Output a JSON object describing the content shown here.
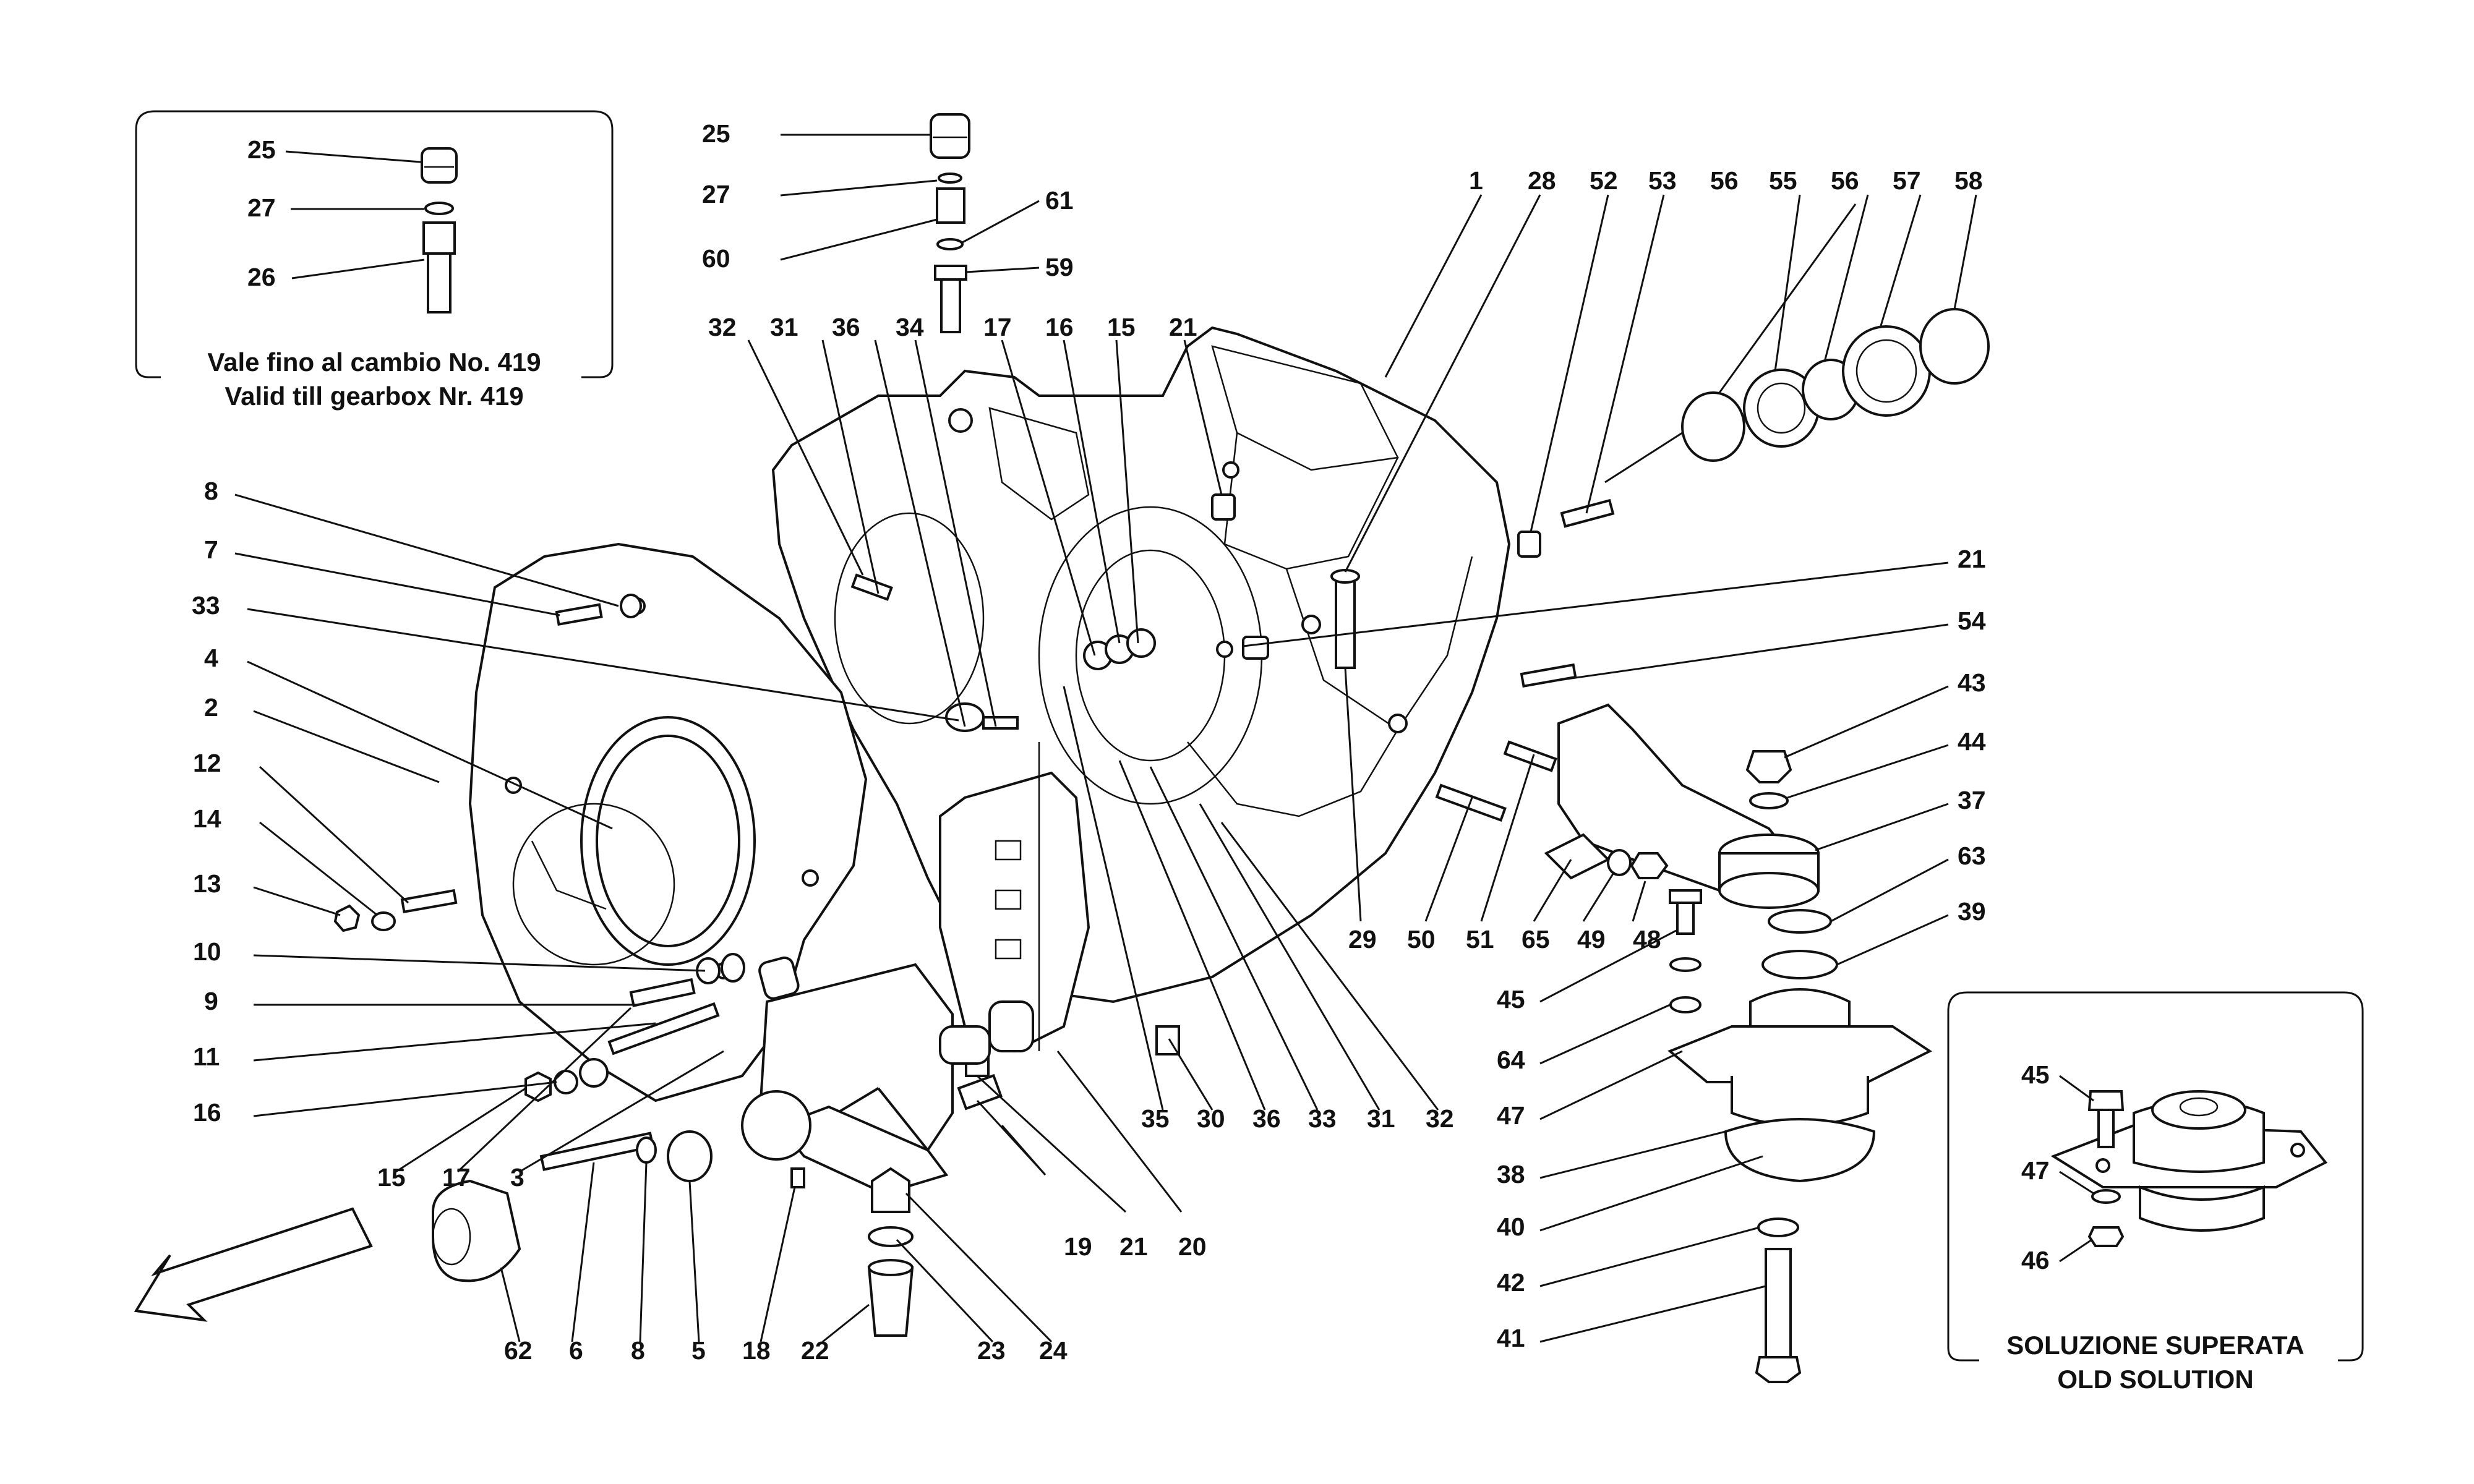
{
  "callouts": [
    {
      "id": "inset1-25",
      "text": "25"
    },
    {
      "id": "inset1-27",
      "text": "27"
    },
    {
      "id": "inset1-26",
      "text": "26"
    },
    {
      "id": "t25",
      "text": "25"
    },
    {
      "id": "t27",
      "text": "27"
    },
    {
      "id": "t60",
      "text": "60"
    },
    {
      "id": "t61",
      "text": "61"
    },
    {
      "id": "t59",
      "text": "59"
    },
    {
      "id": "l32a",
      "text": "32"
    },
    {
      "id": "l31a",
      "text": "31"
    },
    {
      "id": "l36a",
      "text": "36"
    },
    {
      "id": "l34",
      "text": "34"
    },
    {
      "id": "l17a",
      "text": "17"
    },
    {
      "id": "l16a",
      "text": "16"
    },
    {
      "id": "l15a",
      "text": "15"
    },
    {
      "id": "l21a",
      "text": "21"
    },
    {
      "id": "l1",
      "text": "1"
    },
    {
      "id": "l28",
      "text": "28"
    },
    {
      "id": "l52",
      "text": "52"
    },
    {
      "id": "l53",
      "text": "53"
    },
    {
      "id": "l56a",
      "text": "56"
    },
    {
      "id": "l55",
      "text": "55"
    },
    {
      "id": "l56b",
      "text": "56"
    },
    {
      "id": "l57",
      "text": "57"
    },
    {
      "id": "l58",
      "text": "58"
    },
    {
      "id": "l8a",
      "text": "8"
    },
    {
      "id": "l7",
      "text": "7"
    },
    {
      "id": "l33a",
      "text": "33"
    },
    {
      "id": "l4",
      "text": "4"
    },
    {
      "id": "l2",
      "text": "2"
    },
    {
      "id": "l12",
      "text": "12"
    },
    {
      "id": "l14",
      "text": "14"
    },
    {
      "id": "l13",
      "text": "13"
    },
    {
      "id": "l10",
      "text": "10"
    },
    {
      "id": "l9",
      "text": "9"
    },
    {
      "id": "l11",
      "text": "11"
    },
    {
      "id": "l16b",
      "text": "16"
    },
    {
      "id": "l21b",
      "text": "21"
    },
    {
      "id": "l54",
      "text": "54"
    },
    {
      "id": "l43",
      "text": "43"
    },
    {
      "id": "l44",
      "text": "44"
    },
    {
      "id": "l37",
      "text": "37"
    },
    {
      "id": "l63",
      "text": "63"
    },
    {
      "id": "l39",
      "text": "39"
    },
    {
      "id": "l29",
      "text": "29"
    },
    {
      "id": "l50",
      "text": "50"
    },
    {
      "id": "l51",
      "text": "51"
    },
    {
      "id": "l65",
      "text": "65"
    },
    {
      "id": "l49",
      "text": "49"
    },
    {
      "id": "l48",
      "text": "48"
    },
    {
      "id": "l45a",
      "text": "45"
    },
    {
      "id": "l64",
      "text": "64"
    },
    {
      "id": "l47a",
      "text": "47"
    },
    {
      "id": "l38",
      "text": "38"
    },
    {
      "id": "l40",
      "text": "40"
    },
    {
      "id": "l42",
      "text": "42"
    },
    {
      "id": "l41",
      "text": "41"
    },
    {
      "id": "l15b",
      "text": "15"
    },
    {
      "id": "l17b",
      "text": "17"
    },
    {
      "id": "l3",
      "text": "3"
    },
    {
      "id": "l35",
      "text": "35"
    },
    {
      "id": "l30",
      "text": "30"
    },
    {
      "id": "l36b",
      "text": "36"
    },
    {
      "id": "l33b",
      "text": "33"
    },
    {
      "id": "l31b",
      "text": "31"
    },
    {
      "id": "l32b",
      "text": "32"
    },
    {
      "id": "l19",
      "text": "19"
    },
    {
      "id": "l21c",
      "text": "21"
    },
    {
      "id": "l20",
      "text": "20"
    },
    {
      "id": "l62",
      "text": "62"
    },
    {
      "id": "l6",
      "text": "6"
    },
    {
      "id": "l8b",
      "text": "8"
    },
    {
      "id": "l5",
      "text": "5"
    },
    {
      "id": "l18",
      "text": "18"
    },
    {
      "id": "l22",
      "text": "22"
    },
    {
      "id": "l23",
      "text": "23"
    },
    {
      "id": "l24",
      "text": "24"
    },
    {
      "id": "inset2-45",
      "text": "45"
    },
    {
      "id": "inset2-47",
      "text": "47"
    },
    {
      "id": "inset2-46",
      "text": "46"
    }
  ],
  "inset_top_left": {
    "caption_line1": "Vale fino al cambio No. 419",
    "caption_line2": "Valid till gearbox Nr. 419"
  },
  "inset_bottom_right": {
    "caption_line1": "SOLUZIONE SUPERATA",
    "caption_line2": "OLD SOLUTION"
  }
}
